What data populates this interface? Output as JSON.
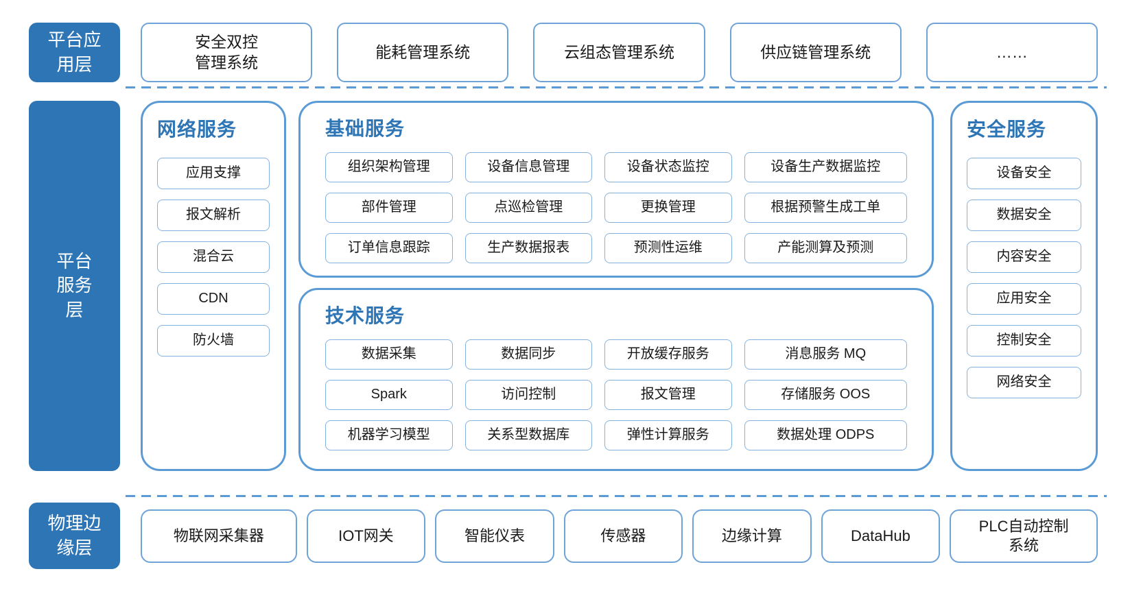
{
  "colors": {
    "layer_fill": "#2E75B6",
    "panel_border": "#5B9BD5",
    "item_border": "#85B2DF",
    "title_text": "#2E75B6",
    "divider_dash": "#5B9BD5"
  },
  "layers": {
    "application": {
      "label": "平台应\n用层",
      "systems": [
        "安全双控\n管理系统",
        "能耗管理系统",
        "云组态管理系统",
        "供应链管理系统",
        "……"
      ]
    },
    "platform": {
      "label": "平台\n服务\n层",
      "panels": {
        "network": {
          "title": "网络服务",
          "items": [
            "应用支撑",
            "报文解析",
            "混合云",
            "CDN",
            "防火墙"
          ]
        },
        "basic": {
          "title": "基础服务",
          "items": [
            "组织架构管理",
            "设备信息管理",
            "设备状态监控",
            "设备生产数据监控",
            "部件管理",
            "点巡检管理",
            "更换管理",
            "根据预警生成工单",
            "订单信息跟踪",
            "生产数据报表",
            "预测性运维",
            "产能测算及预测"
          ]
        },
        "tech": {
          "title": "技术服务",
          "items": [
            "数据采集",
            "数据同步",
            "开放缓存服务",
            "消息服务 MQ",
            "Spark",
            "访问控制",
            "报文管理",
            "存储服务 OOS",
            "机器学习模型",
            "关系型数据库",
            "弹性计算服务",
            "数据处理 ODPS"
          ]
        },
        "security": {
          "title": "安全服务",
          "items": [
            "设备安全",
            "数据安全",
            "内容安全",
            "应用安全",
            "控制安全",
            "网络安全"
          ]
        }
      }
    },
    "edge": {
      "label": "物理边\n缘层",
      "devices": [
        "物联网采集器",
        "IOT网关",
        "智能仪表",
        "传感器",
        "边缘计算",
        "DataHub",
        "PLC自动控制\n系统"
      ]
    }
  }
}
